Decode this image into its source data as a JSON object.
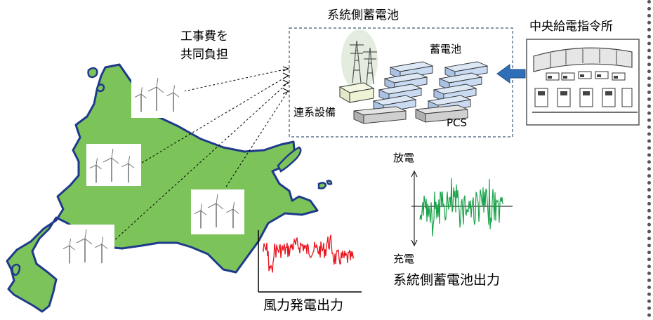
{
  "labels": {
    "construction_cost": [
      "工事費を",
      "共同負担"
    ],
    "grid_battery": "系統側蓄電池",
    "central_dispatch": "中央給電指令所",
    "battery": "蓄電池",
    "interconnect_equipment": "連系設備",
    "pcs": "PCS",
    "discharge": "放電",
    "charge": "充電",
    "battery_output": "系統側蓄電池出力",
    "wind_output": "風力発電出力"
  },
  "colors": {
    "land": "#7cc35a",
    "land_outline": "#1f3a8a",
    "dashed_box": "#3a5a78",
    "arrow": "#2e6fb7",
    "wind_signal": "#e8141e",
    "battery_signal": "#1aa34a",
    "battery_module": "#c9dbf3",
    "pcs_unit": "#cfcfcf",
    "interconnect_unit": "#eef3d6"
  },
  "icons": {
    "turbine": "wind-turbine-icon",
    "tower": "transmission-tower-icon",
    "control_room": "control-room-icon",
    "arrow": "arrow-left-icon"
  }
}
